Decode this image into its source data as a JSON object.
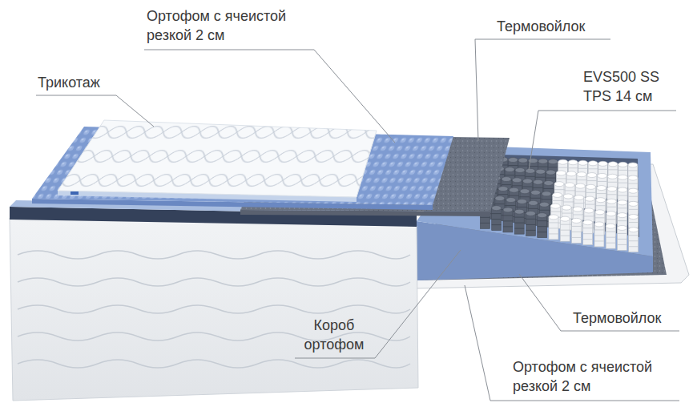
{
  "diagram": {
    "labels": [
      "Ортофом с ячеистой резкой 2 см",
      "Трикотаж",
      "Термовойлок",
      "EVS500 SS TPS 14 см",
      "Короб ортофом",
      "Термовойлок",
      "Ортофом с ячеистой резкой 2 см"
    ]
  }
}
